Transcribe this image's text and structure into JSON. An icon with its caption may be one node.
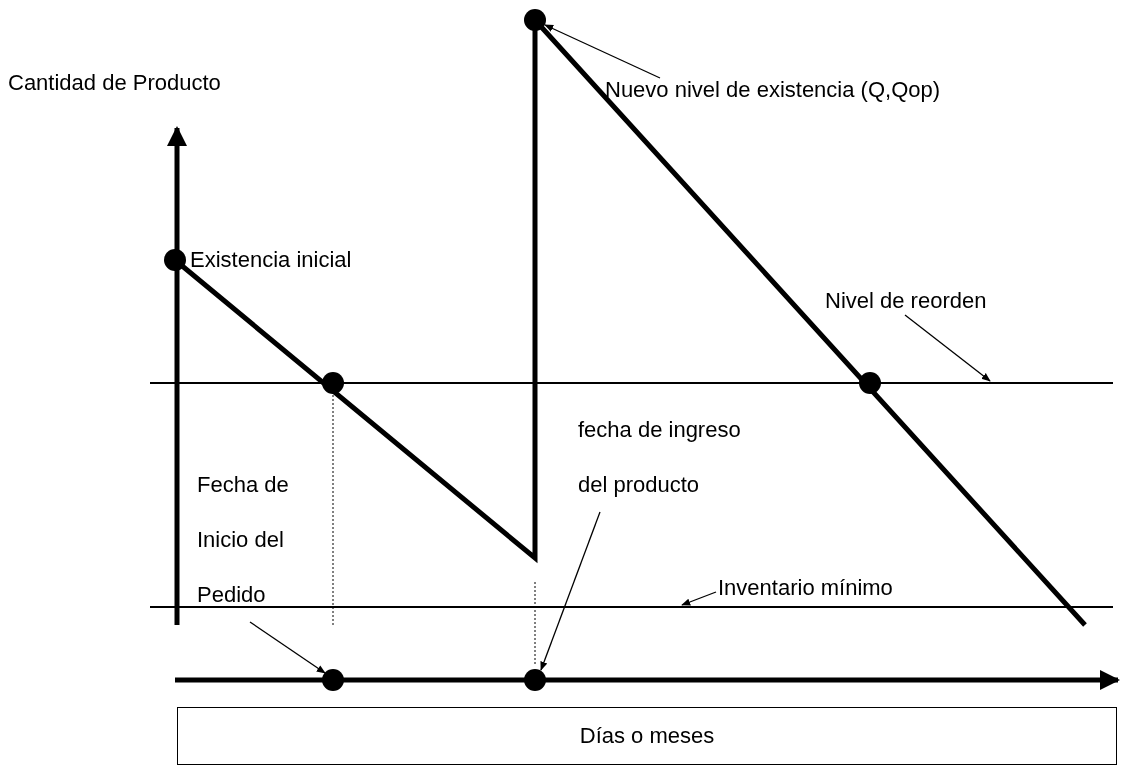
{
  "diagram": {
    "nodes": [
      {
        "text": [
          "Nuevo nivel de existencia (Q,Qop)"
        ]
      },
      {
        "text": [],
        "shape": "circle"
      },
      {
        "text": [
          "Nivel de reorden"
        ]
      },
      {
        "text": [],
        "shape": "line"
      },
      {
        "text": [
          "fecha de ingreso del producto"
        ]
      },
      {
        "text": [],
        "shape": "circle"
      },
      {
        "text": [
          "Inventario mínimo"
        ]
      },
      {
        "text": [],
        "shape": "line"
      },
      {
        "text": [
          "Fecha de Inicio del Pedido"
        ]
      },
      {
        "text": [],
        "shape": "circle"
      },
      {
        "text": [
          "Días o meses"
        ]
      }
    ],
    "edges": [
      {
        "from": 0,
        "to": 1,
        "arrow": "to"
      },
      {
        "from": 2,
        "to": 3,
        "arrow": "to"
      },
      {
        "from": 4,
        "to": 5,
        "arrow": "to"
      },
      {
        "from": 6,
        "to": 7,
        "arrow": "to"
      },
      {
        "from": 8,
        "to": 9,
        "arrow": "to"
      }
    ],
    "labels": [
      "Cantidad de Producto",
      "Existencia inicial"
    ]
  }
}
